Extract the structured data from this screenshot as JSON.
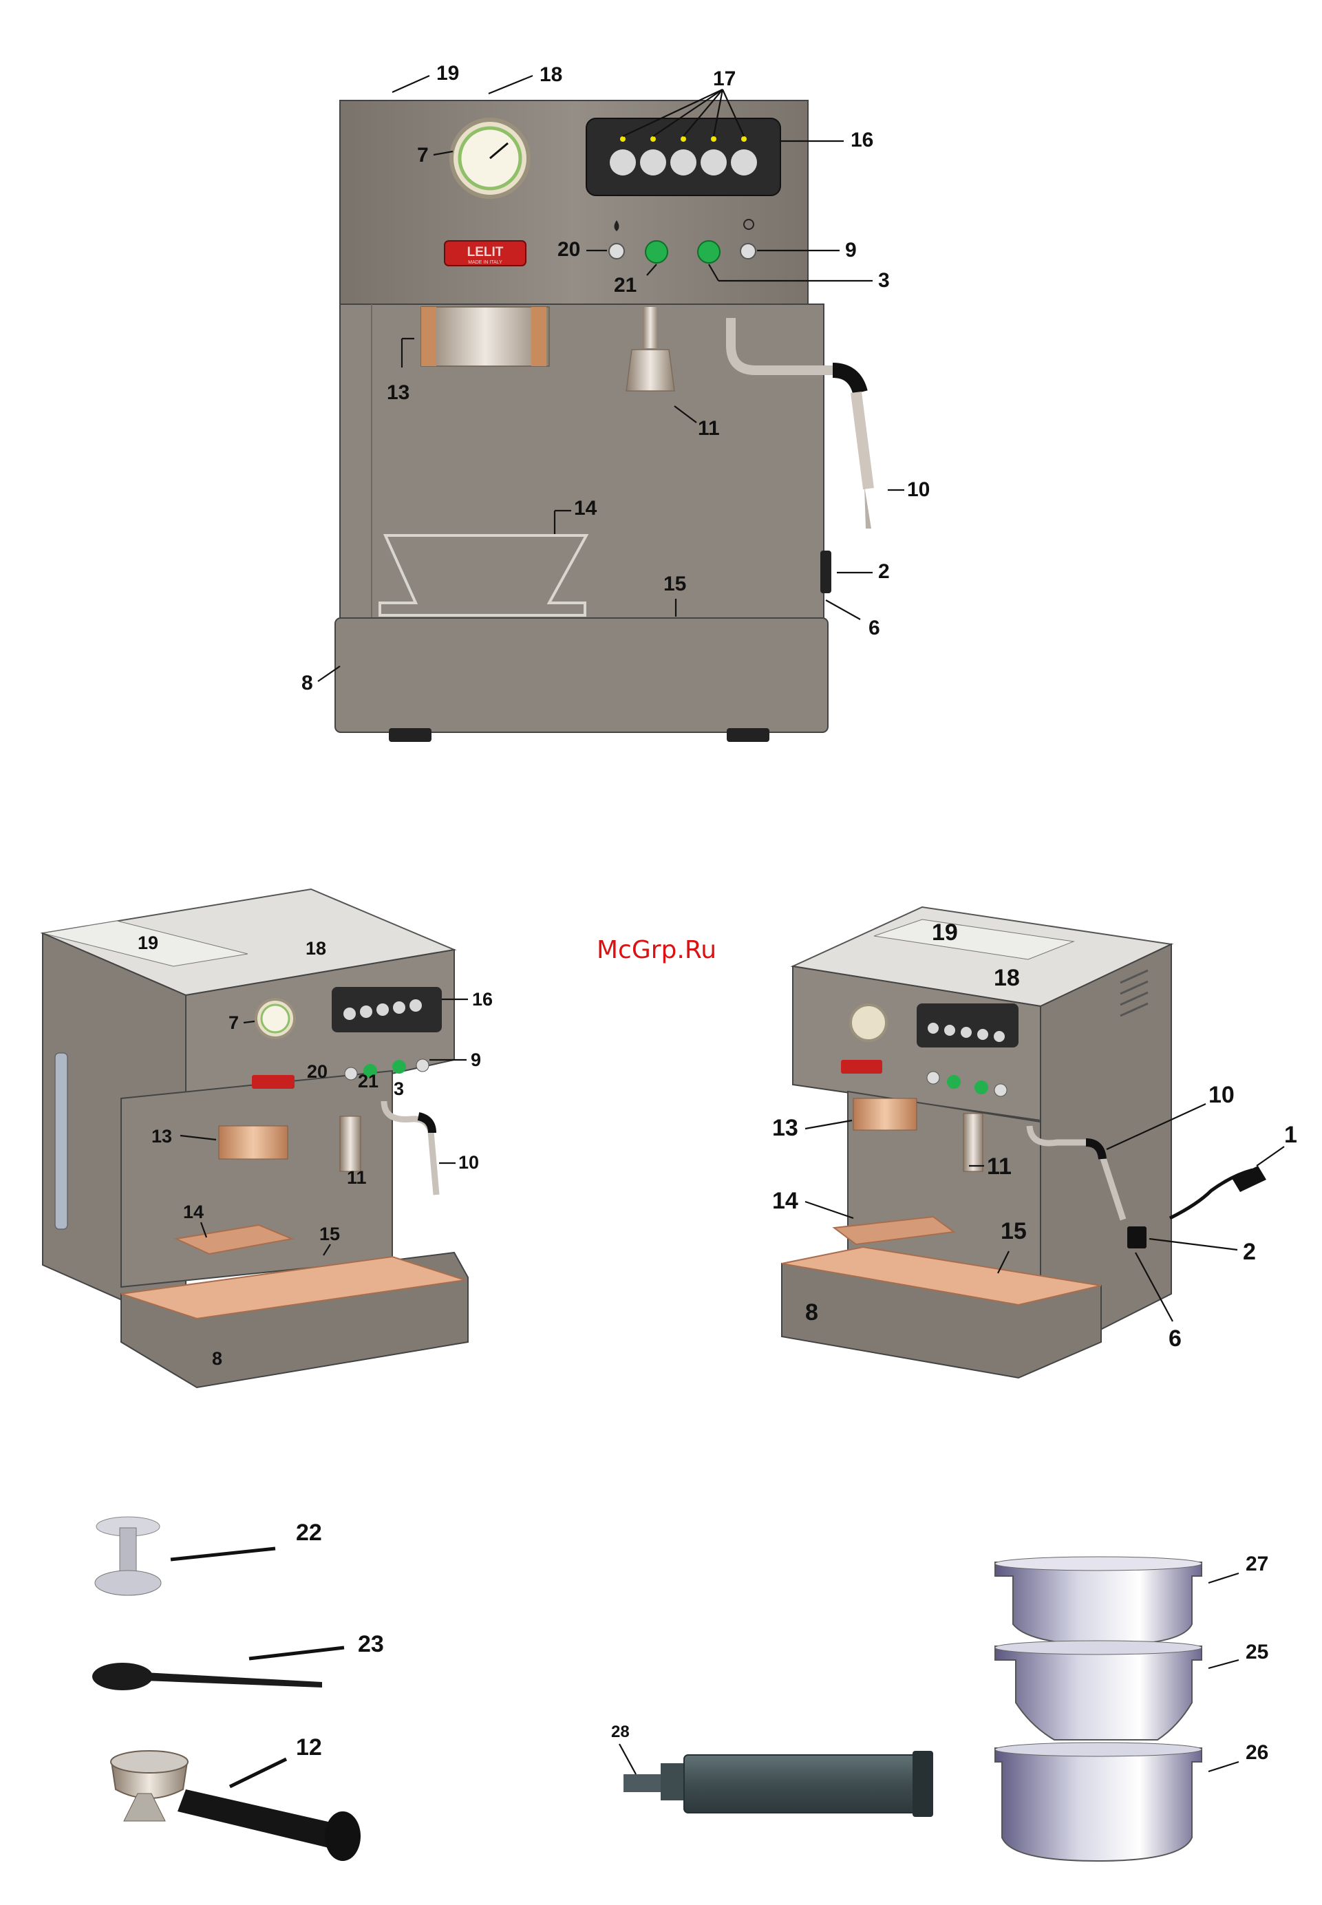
{
  "watermark": "McGrp.Ru",
  "brand_badge": "LELIT",
  "brand_sub": "MADE IN ITALY",
  "front_view": {
    "labels": [
      "19",
      "18",
      "17",
      "7",
      "16",
      "20",
      "9",
      "21",
      "3",
      "13",
      "11",
      "10",
      "14",
      "2",
      "15",
      "6",
      "8"
    ]
  },
  "left_view": {
    "labels": [
      "19",
      "18",
      "16",
      "7",
      "20",
      "9",
      "21",
      "3",
      "13",
      "10",
      "11",
      "14",
      "15",
      "8"
    ]
  },
  "right_view": {
    "labels": [
      "19",
      "18",
      "10",
      "1",
      "13",
      "11",
      "14",
      "15",
      "2",
      "8",
      "6"
    ]
  },
  "accessories": {
    "labels": [
      "22",
      "23",
      "12",
      "28",
      "27",
      "25",
      "26"
    ]
  },
  "colors": {
    "body": "#8c857d",
    "panel_dark": "#2b2b2b",
    "button_green": "#22b14c",
    "led_yellow": "#f4e400",
    "badge_red": "#c8201e",
    "tray_copper": "#e7b08e"
  }
}
